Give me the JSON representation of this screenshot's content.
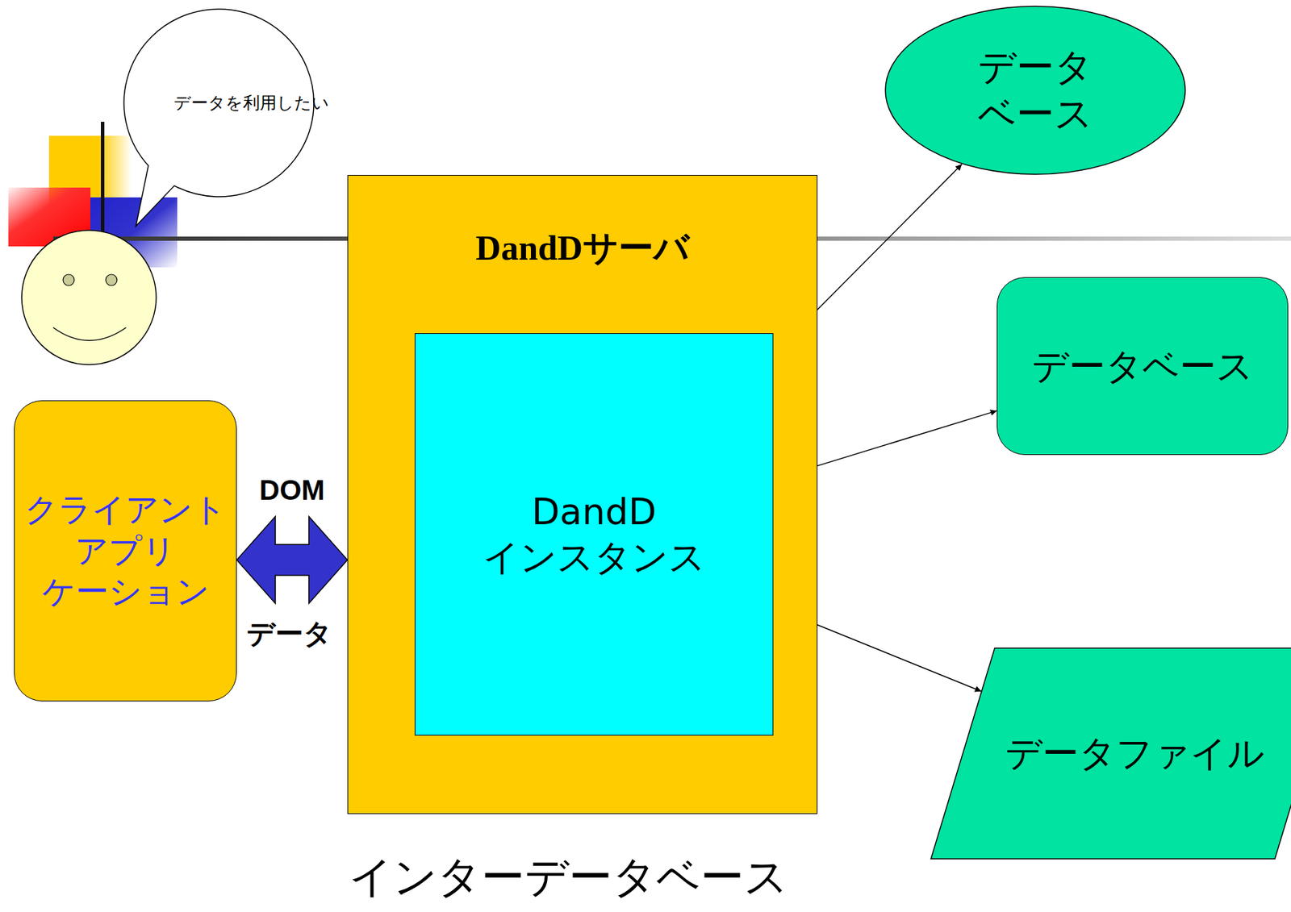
{
  "diagram": {
    "caption": "インターデータベース",
    "nodes": [
      {
        "text": [
          "データを利用したい"
        ]
      },
      {
        "text": [
          "クライアント アプリ ケーション"
        ]
      },
      {
        "text": [
          "DandDサーバ"
        ]
      },
      {
        "text": [
          "DandD インスタンス"
        ],
        "in": 2
      },
      {
        "text": [
          "データ ベース"
        ]
      },
      {
        "text": [
          "データベース"
        ]
      },
      {
        "text": [
          "データファイル"
        ]
      }
    ],
    "edges": [
      {
        "from": 1,
        "to": 2,
        "arrow": "both",
        "label": "DOM"
      },
      {
        "from": 3,
        "to": 4,
        "arrow": "both"
      },
      {
        "from": 3,
        "to": 5,
        "arrow": "both"
      },
      {
        "from": 3,
        "to": 6,
        "arrow": "both"
      }
    ],
    "labels": [
      "データ"
    ]
  }
}
